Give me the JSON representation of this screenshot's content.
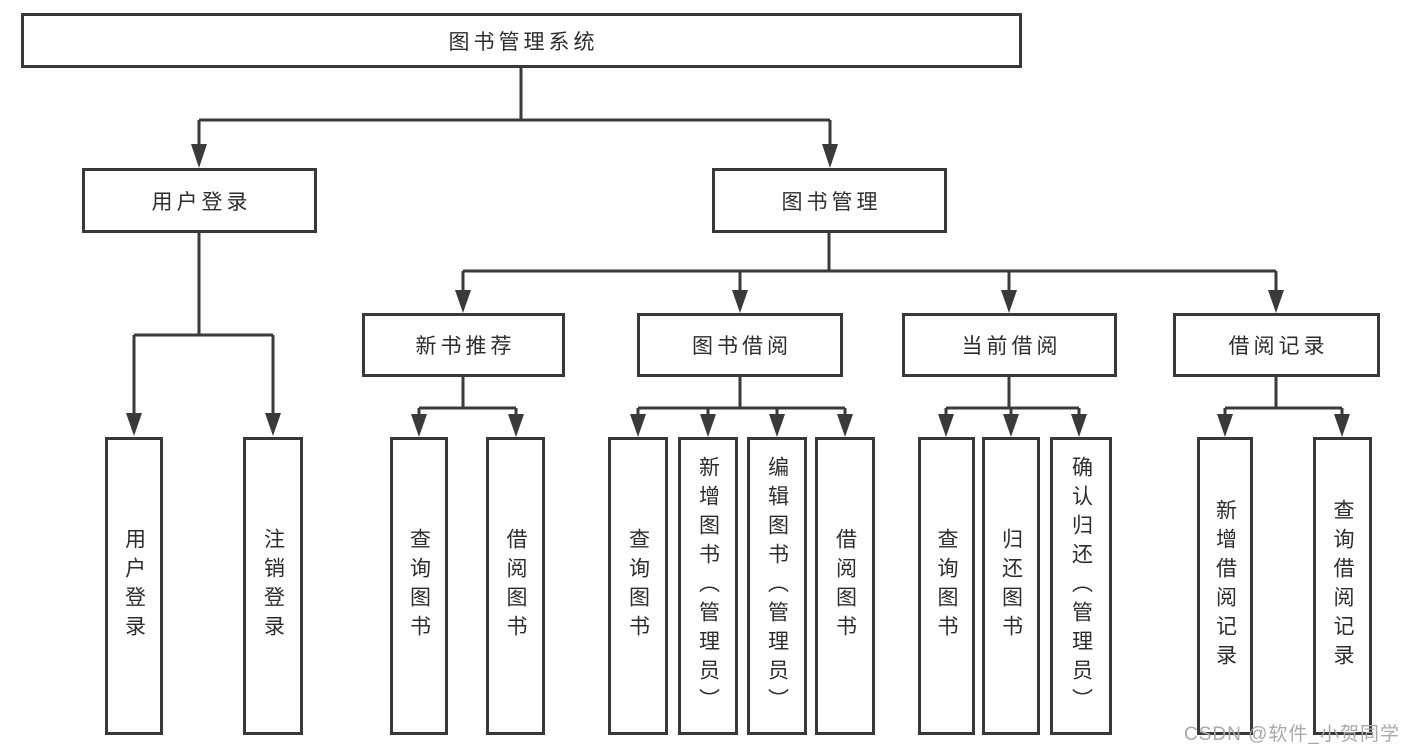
{
  "diagram": {
    "title_node": "图书管理系统",
    "nodes": {
      "root": {
        "label": "图书管理系统"
      },
      "user_login": {
        "label": "用户登录"
      },
      "book_mgmt": {
        "label": "图书管理"
      },
      "new_book_rec": {
        "label": "新书推荐"
      },
      "book_borrow": {
        "label": "图书借阅"
      },
      "current_borrow": {
        "label": "当前借阅"
      },
      "borrow_records": {
        "label": "借阅记录"
      },
      "leaf_user_login": {
        "label": "用户登录"
      },
      "leaf_logout": {
        "label": "注销登录"
      },
      "leaf_nbr_query": {
        "label": "查询图书"
      },
      "leaf_nbr_borrow": {
        "label": "借阅图书"
      },
      "leaf_bb_query": {
        "label": "查询图书"
      },
      "leaf_bb_add": {
        "label": "新增图书（管理员）"
      },
      "leaf_bb_edit": {
        "label": "编辑图书（管理员）"
      },
      "leaf_bb_borrow": {
        "label": "借阅图书"
      },
      "leaf_cb_query": {
        "label": "查询图书"
      },
      "leaf_cb_return": {
        "label": "归还图书"
      },
      "leaf_cb_confirm": {
        "label": "确认归还（管理员）"
      },
      "leaf_br_add": {
        "label": "新增借阅记录"
      },
      "leaf_br_query": {
        "label": "查询借阅记录"
      }
    },
    "hierarchy": {
      "图书管理系统": {
        "用户登录": [
          "用户登录",
          "注销登录"
        ],
        "图书管理": {
          "新书推荐": [
            "查询图书",
            "借阅图书"
          ],
          "图书借阅": [
            "查询图书",
            "新增图书（管理员）",
            "编辑图书（管理员）",
            "借阅图书"
          ],
          "当前借阅": [
            "查询图书",
            "归还图书",
            "确认归还（管理员）"
          ],
          "借阅记录": [
            "新增借阅记录",
            "查询借阅记录"
          ]
        }
      }
    },
    "colors": {
      "line": "#3a3a3a",
      "box_border": "#383838",
      "text": "#2d2d2d",
      "watermark": "#a9a9ad",
      "background": "#ffffff"
    }
  },
  "watermark": {
    "text": "CSDN @软件_小贺同学"
  }
}
